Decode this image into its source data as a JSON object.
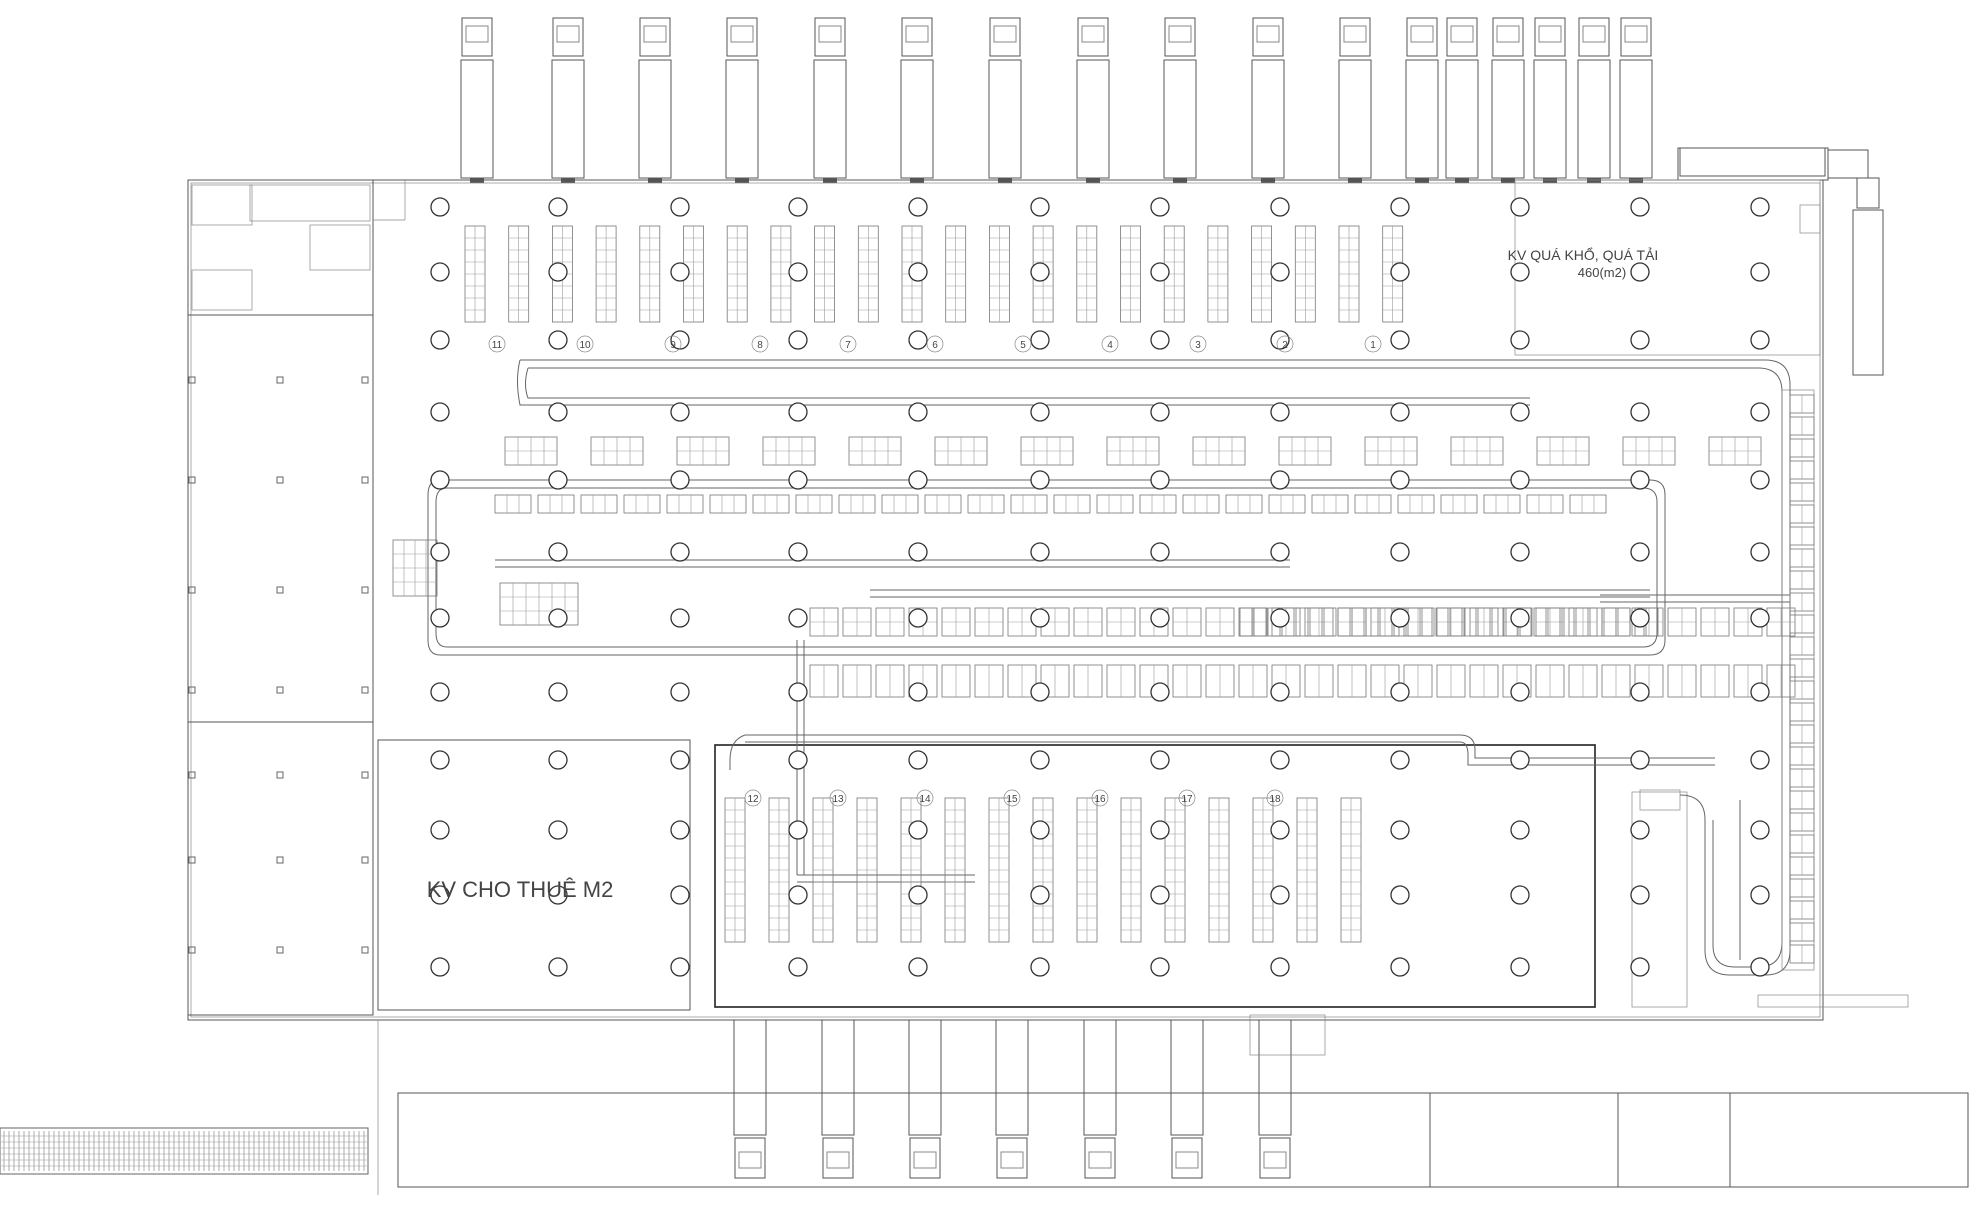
{
  "plan": {
    "colors": {
      "paper": "#ffffff",
      "line": "#555555",
      "thin": "#888888",
      "dark": "#222222",
      "label": "#444444"
    },
    "overload_area": {
      "title": "KV QUÁ KHỔ, QUÁ TẢI",
      "area": "460(m2)"
    },
    "rental_area": {
      "title": "KV CHO THUÊ M2"
    },
    "upper_rack_numbers": [
      "11",
      "10",
      "9",
      "8",
      "7",
      "6",
      "5",
      "4",
      "3",
      "2",
      "1"
    ],
    "lower_rack_numbers": [
      "12",
      "13",
      "14",
      "15",
      "16",
      "17",
      "18"
    ],
    "icons": {
      "top_docks": "truck-icon",
      "bottom_docks": "truck-icon",
      "columns": "column-marker-icon",
      "racks": "pallet-rack-icon"
    }
  }
}
